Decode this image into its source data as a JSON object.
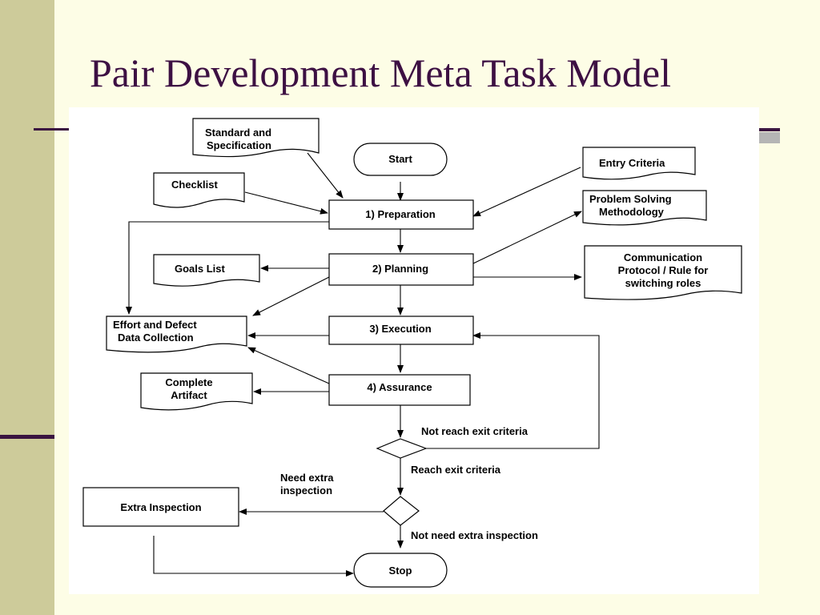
{
  "slide": {
    "title": "Pair Development Meta Task Model"
  },
  "diagram": {
    "nodes": {
      "start": "Start",
      "preparation": "1) Preparation",
      "planning": "2) Planning",
      "execution": "3) Execution",
      "assurance": "4) Assurance",
      "stop": "Stop",
      "extra_inspection": "Extra Inspection"
    },
    "documents": {
      "standard": [
        "Standard and",
        "Specification"
      ],
      "checklist": [
        "Checklist"
      ],
      "entry_criteria": [
        "Entry Criteria"
      ],
      "problem_solving": [
        "Problem Solving",
        "Methodology"
      ],
      "goals_list": [
        "Goals List"
      ],
      "communication": [
        "Communication",
        "Protocol / Rule for",
        "switching roles"
      ],
      "effort_defect": [
        "Effort and Defect",
        "Data Collection"
      ],
      "complete_artifact": [
        "Complete",
        "Artifact"
      ]
    },
    "edge_labels": {
      "not_reach_exit": "Not reach exit criteria",
      "reach_exit": "Reach exit criteria",
      "need_extra": [
        "Need extra",
        "inspection"
      ],
      "not_need_extra": "Not need extra inspection"
    }
  }
}
